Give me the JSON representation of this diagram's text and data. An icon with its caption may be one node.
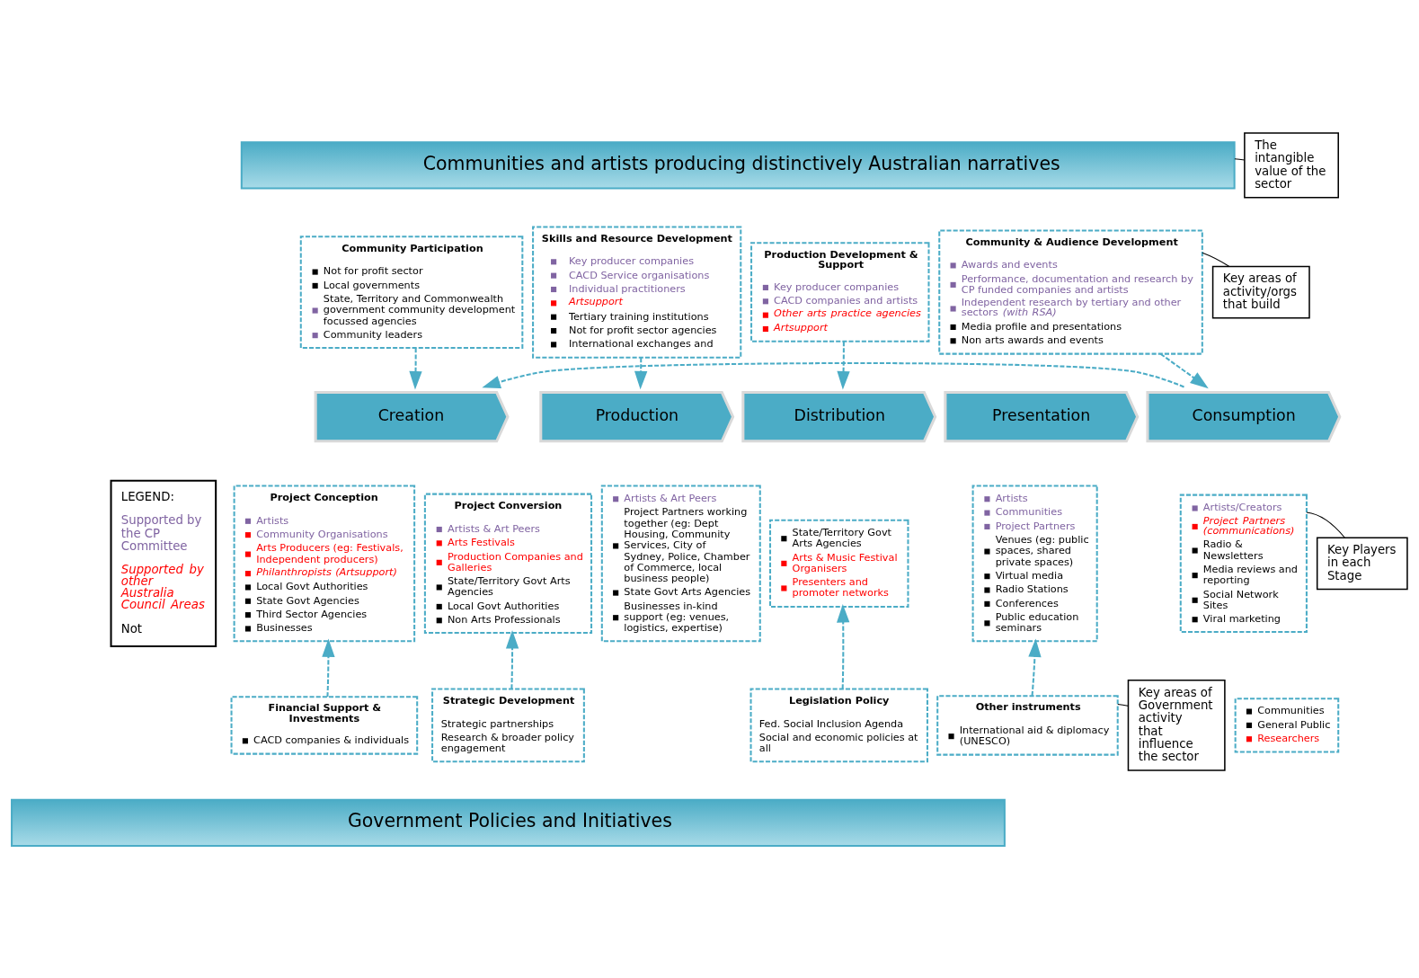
{
  "diagram": {
    "nodes": [
      {
        "text": [
          "Communities and artists producing distinctively Australian narratives"
        ]
      },
      {
        "text": [
          "Community Participation",
          "Not for profit sector",
          "Local governments",
          "State, Territory and Commonwealth government community development focussed agencies",
          "Community leaders"
        ]
      },
      {
        "text": [
          "Skills and Resource Development",
          "Key producer companies",
          "CACD Service organisations",
          "Individual practitioners",
          "*Artsupport*",
          "Tertiary training institutions",
          "Not for profit sector agencies",
          "International exchanges and"
        ]
      },
      {
        "text": [
          "Production Development & Support",
          "Key producer companies",
          "CACD companies and artists",
          "*Other arts practice agencies*",
          "*Artsupport*"
        ]
      },
      {
        "text": [
          "Community & Audience Development",
          "Awards and events",
          "Performance, documentation and research by CP funded companies and artists",
          "Independent research by tertiary and other sectors *(with RSA)*",
          "Media profile and presentations",
          "Non arts awards and events"
        ]
      },
      {
        "text": [
          "Creation"
        ]
      },
      {
        "text": [
          "Production"
        ]
      },
      {
        "text": [
          "Distribution"
        ]
      },
      {
        "text": [
          "Presentation"
        ]
      },
      {
        "text": [
          "Consumption"
        ]
      },
      {
        "text": [
          "Project Conception",
          "Artists",
          "Community Organisations",
          "Arts Producers (eg: Festivals, Independent producers)",
          "*Philanthropists (Artsupport)*",
          "Local Govt Authorities",
          "State Govt Agencies",
          "Third Sector Agencies",
          "Businesses"
        ]
      },
      {
        "text": [
          "Project Conversion",
          "Artists & Art Peers",
          "Arts Festivals",
          "Production Companies and Galleries",
          "State/Territory Govt Arts Agencies",
          "Local Govt Authorities",
          "Non Arts Professionals"
        ]
      },
      {
        "text": [
          "Artists & Art Peers",
          "Project Partners working together (eg: Dept Housing, Community Services, City of Sydney, Police, Chamber of Commerce, local business people)",
          "State Govt Arts Agencies",
          "Businesses in-kind support (eg: venues, logistics, expertise)"
        ]
      },
      {
        "text": [
          "State/Territory Govt Arts Agencies",
          "Arts & Music Festival Organisers",
          "Presenters and promoter networks"
        ]
      },
      {
        "text": [
          "Artists",
          "Communities",
          "Project Partners",
          "Venues (eg: public spaces, shared private spaces)",
          "Virtual media",
          "Radio Stations",
          "Conferences",
          "Public education seminars"
        ]
      },
      {
        "text": [
          "Artists/Creators",
          "*Project Partners (communications)*",
          "Radio & Newsletters",
          "Media reviews and reporting",
          "Social Network Sites",
          "Viral marketing"
        ]
      },
      {
        "text": [
          "Communities",
          "General Public",
          "Researchers"
        ]
      },
      {
        "text": [
          "Financial Support & Investments",
          "CACD companies & individuals"
        ]
      },
      {
        "text": [
          "Strategic Development",
          "Strategic partnerships",
          "Research & broader policy engagement"
        ]
      },
      {
        "text": [
          "Legislation Policy",
          "Fed. Social Inclusion Agenda",
          "Social and economic policies at all"
        ]
      },
      {
        "text": [
          "Other instruments",
          "International aid & diplomacy (UNESCO)"
        ]
      },
      {
        "text": [
          "Government Policies and Initiatives"
        ]
      },
      {
        "text": [
          "The intangible value of the sector"
        ]
      },
      {
        "text": [
          "Key areas of activity/orgs that build"
        ]
      },
      {
        "text": [
          "Key Players in each Stage"
        ]
      },
      {
        "text": [
          "Key areas of Government activity that influence the sector"
        ]
      }
    ],
    "edges": [
      {
        "from": 1,
        "to": 5,
        "arrow": "to",
        "style": "dashed"
      },
      {
        "from": 2,
        "to": 6,
        "arrow": "to",
        "style": "dashed"
      },
      {
        "from": 3,
        "to": 7,
        "arrow": "to",
        "style": "dashed"
      },
      {
        "from": 4,
        "to": 9,
        "arrow": "to",
        "style": "dashed"
      },
      {
        "from": 9,
        "to": 5,
        "arrow": "to",
        "style": "dashed"
      },
      {
        "from": 17,
        "to": 10,
        "arrow": "to",
        "style": "dashed"
      },
      {
        "from": 18,
        "to": 11,
        "arrow": "to",
        "style": "dashed"
      },
      {
        "from": 19,
        "to": 13,
        "arrow": "to",
        "style": "dashed"
      },
      {
        "from": 20,
        "to": 14,
        "arrow": "to",
        "style": "dashed"
      },
      {
        "from": 22,
        "to": 0,
        "arrow": "none",
        "color": "#000000"
      },
      {
        "from": 23,
        "to": 4,
        "arrow": "none",
        "color": "#000000"
      },
      {
        "from": 24,
        "to": 15,
        "arrow": "none",
        "color": "#000000"
      },
      {
        "from": 25,
        "to": 20,
        "arrow": "none",
        "color": "#000000"
      }
    ],
    "labels": [
      "LEGEND:"
    ],
    "legend": [
      {
        "text": "Supported by the CP Committee",
        "color": "#8064a2"
      },
      {
        "text": "*Supported by other Australia Council Areas*",
        "color": "#ff0000"
      },
      {
        "text": "Not",
        "color": "#000000"
      }
    ]
  }
}
